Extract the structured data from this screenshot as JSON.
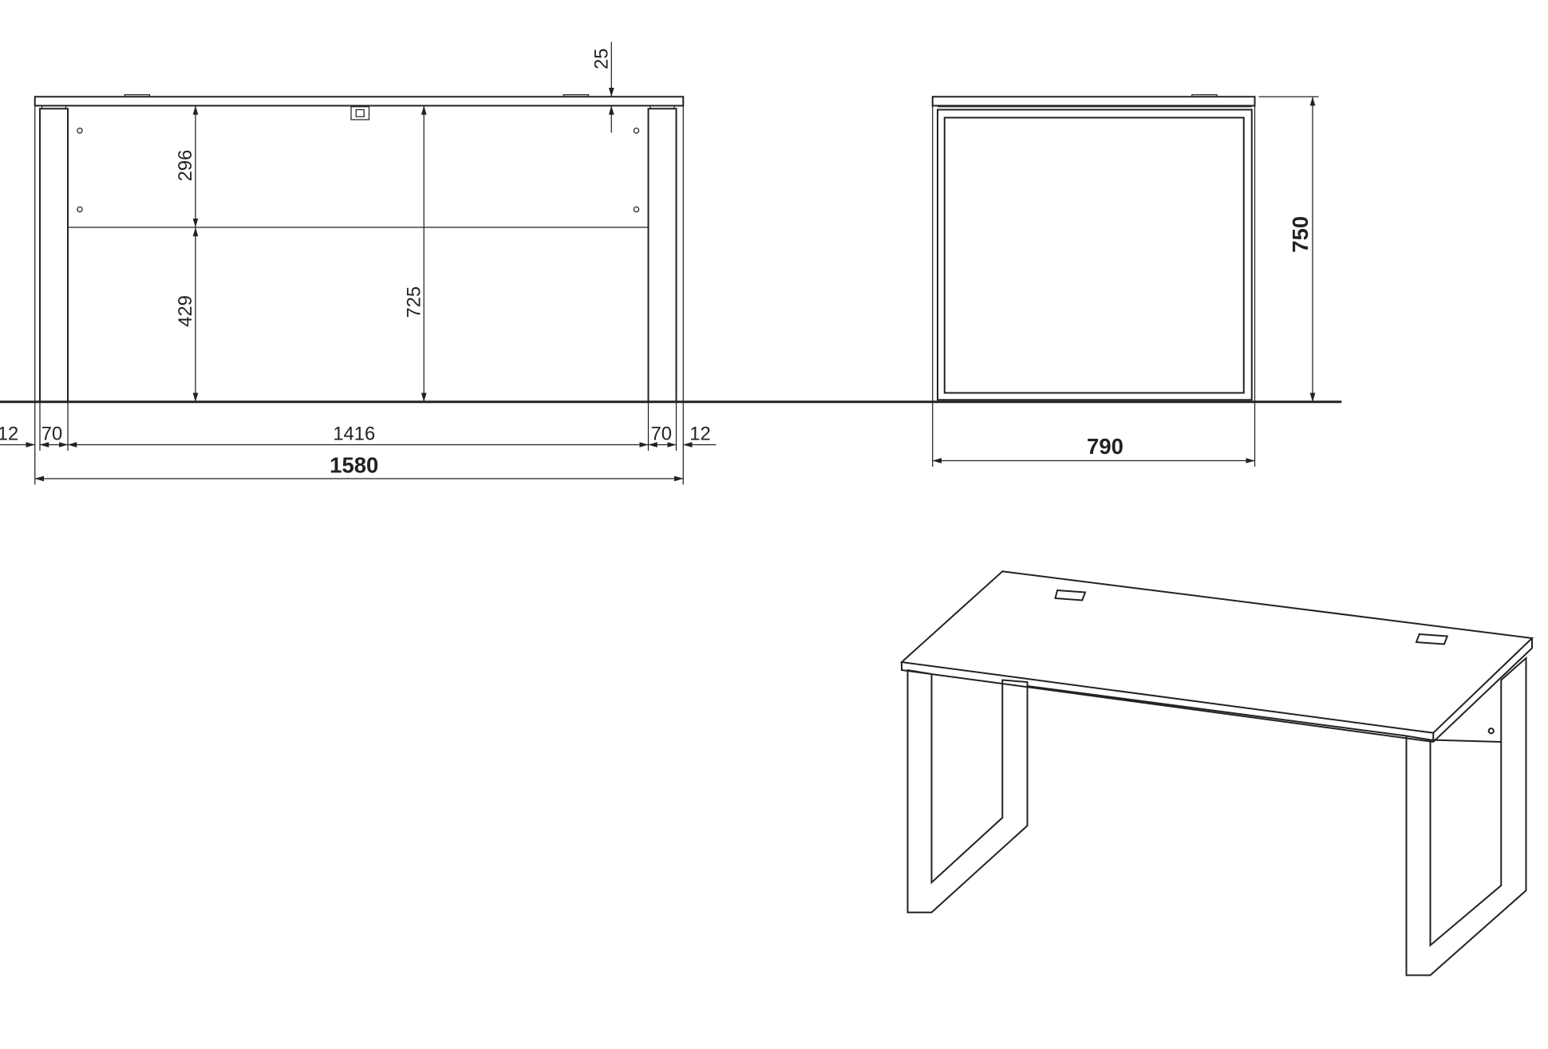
{
  "drawing": {
    "front_view": {
      "dimensions": {
        "top_thickness": "25",
        "panel_height": "296",
        "below_panel": "429",
        "leg_clear_height": "725",
        "left_overhang": "12",
        "left_leg_width": "70",
        "inner_width": "1416",
        "right_leg_width": "70",
        "right_overhang": "12",
        "total_width": "1580"
      }
    },
    "side_view": {
      "dimensions": {
        "total_height": "750",
        "depth": "790"
      }
    },
    "line_color": "#222222"
  }
}
